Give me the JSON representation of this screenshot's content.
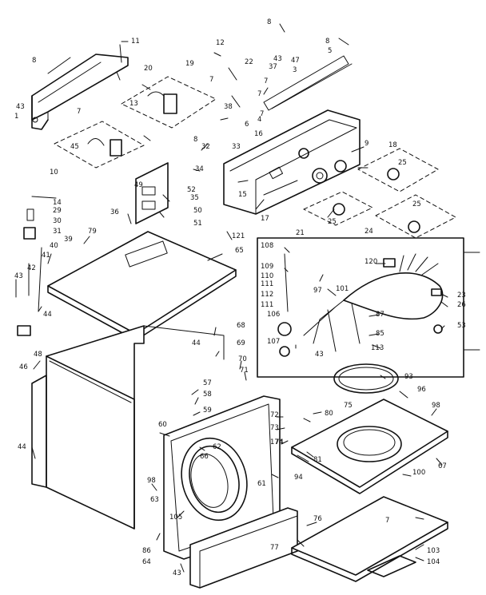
{
  "callouts": [
    "1",
    "3",
    "4",
    "5",
    "6",
    "7",
    "8",
    "9",
    "10",
    "11",
    "12",
    "13",
    "14",
    "15",
    "16",
    "17",
    "18",
    "19",
    "20",
    "21",
    "22",
    "23",
    "24",
    "25",
    "26",
    "29",
    "30",
    "31",
    "32",
    "33",
    "34",
    "35",
    "36",
    "37",
    "38",
    "39",
    "40",
    "41",
    "42",
    "43",
    "44",
    "45",
    "46",
    "47",
    "48",
    "49",
    "50",
    "51",
    "52",
    "53",
    "57",
    "58",
    "59",
    "60",
    "61",
    "62",
    "63",
    "64",
    "65",
    "66",
    "67",
    "68",
    "69",
    "70",
    "71",
    "72",
    "73",
    "74",
    "75",
    "76",
    "77",
    "79",
    "80",
    "81",
    "85",
    "86",
    "87",
    "93",
    "94",
    "96",
    "97",
    "98",
    "100",
    "101",
    "103",
    "104",
    "105",
    "106",
    "107",
    "108",
    "109",
    "110",
    "111",
    "112",
    "113",
    "120",
    "121",
    "174"
  ]
}
